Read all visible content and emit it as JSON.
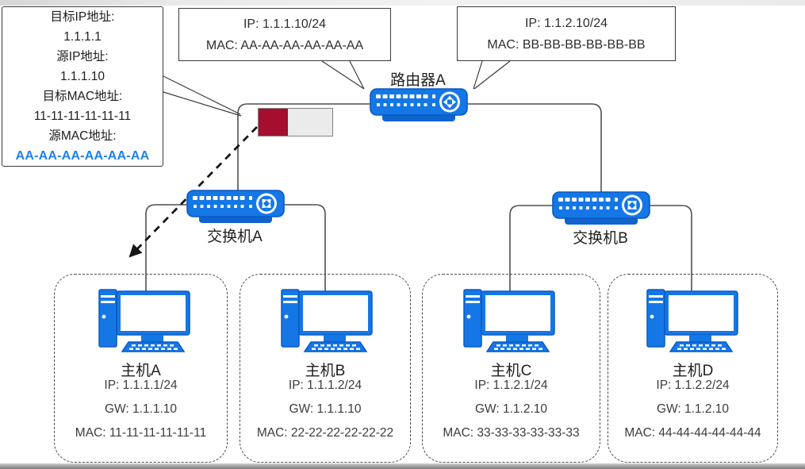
{
  "diagram_title": "",
  "packet_note": {
    "lines": [
      "目标IP地址:",
      "1.1.1.1",
      "源IP地址:",
      "1.1.1.10",
      "目标MAC地址:",
      "11-11-11-11-11-11",
      "源MAC地址:",
      "AA-AA-AA-AA-AA-AA"
    ],
    "highlight_line_index": 7
  },
  "annotations": {
    "left_interface": {
      "ip": "IP:  1.1.1.10/24",
      "mac": "MAC:  AA-AA-AA-AA-AA-AA"
    },
    "right_interface": {
      "ip": "IP:  1.1.2.10/24",
      "mac": "MAC:  BB-BB-BB-BB-BB-BB"
    }
  },
  "devices": {
    "router": {
      "label": "路由器A"
    },
    "switch_a": {
      "label": "交换机A"
    },
    "switch_b": {
      "label": "交换机B"
    }
  },
  "hosts": [
    {
      "name": "主机A",
      "ip": "IP:  1.1.1.1/24",
      "gw": "GW:  1.1.1.10",
      "mac": "MAC:  11-11-11-11-11-11"
    },
    {
      "name": "主机B",
      "ip": "IP:  1.1.1.2/24",
      "gw": "GW:  1.1.1.10",
      "mac": "MAC:  22-22-22-22-22-22"
    },
    {
      "name": "主机C",
      "ip": "IP:  1.1.2.1/24",
      "gw": "GW:  1.1.2.10",
      "mac": "MAC:  33-33-33-33-33-33"
    },
    {
      "name": "主机D",
      "ip": "IP:  1.1.2.2/24",
      "gw": "GW:  1.1.2.10",
      "mac": "MAC:  44-44-44-44-44-44"
    }
  ],
  "icons": {
    "router": "router-crossed-arrows-icon",
    "switch": "switch-diagonal-arrows-icon",
    "host": "desktop-computer-icon"
  },
  "colors": {
    "device_blue": "#1577E6",
    "device_blue_dark": "#0B59C2",
    "packet_red": "#A50E2E",
    "packet_gray": "#EBEBEB",
    "highlight_blue": "#1E80F0",
    "line_gray": "#4f4f4f",
    "arrow_black": "#161616"
  }
}
